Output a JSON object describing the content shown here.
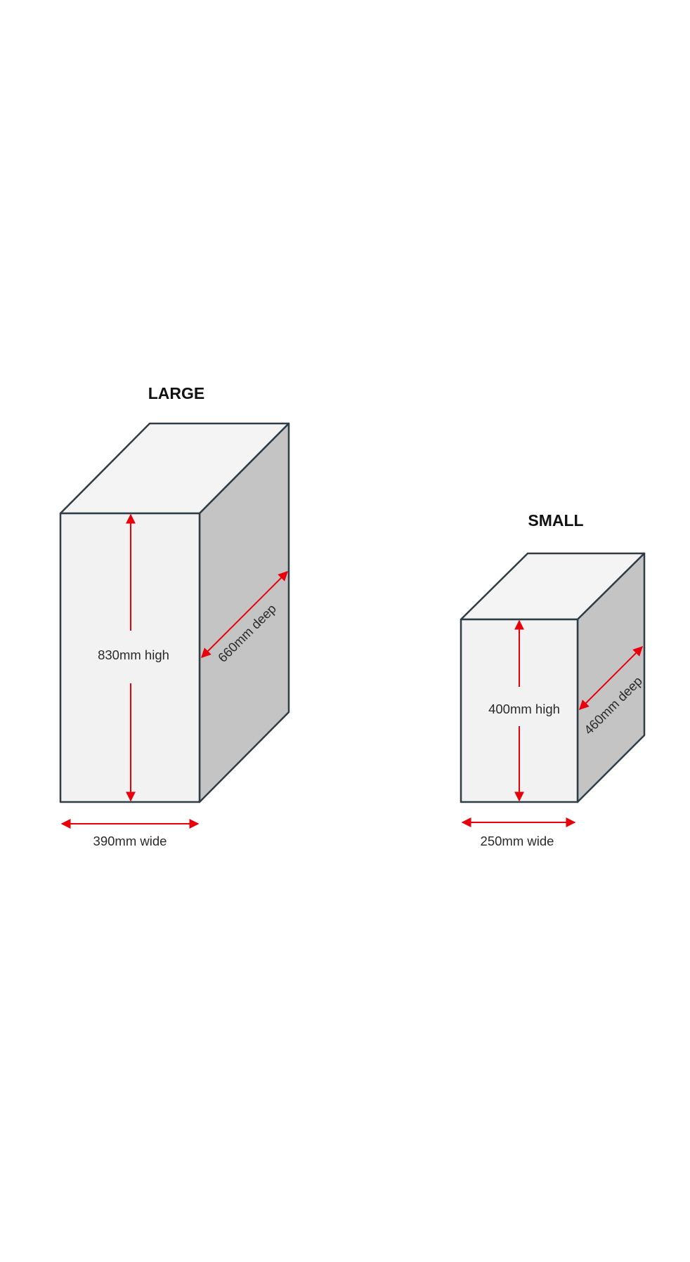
{
  "boxes": {
    "large": {
      "title": "LARGE",
      "height_label": "830mm high",
      "depth_label": "660mm deep",
      "width_label": "390mm wide"
    },
    "small": {
      "title": "SMALL",
      "height_label": "400mm high",
      "depth_label": "460mm deep",
      "width_label": "250mm wide"
    }
  },
  "colors": {
    "outline": "#2f3d47",
    "front_face": "#f2f2f2",
    "top_face": "#f4f4f4",
    "side_face": "#c4c4c4",
    "dimension_arrows": "#e8000b"
  }
}
